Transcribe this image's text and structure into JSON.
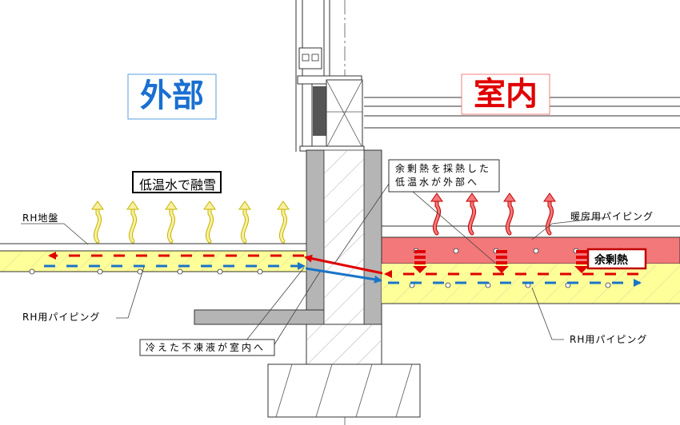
{
  "labels": {
    "outside": "外部",
    "inside": "室内",
    "snowmelt": "低温水で融雪",
    "rh_ground": "RH地盤",
    "rh_piping_left": "RH用パイピング",
    "rh_piping_right": "RH用パイピング",
    "heating_piping": "暖房用パイピング",
    "surplus_heat": "余剰熱",
    "collect_note_line1": "余剰熱を採熱した",
    "collect_note_line2": "低温水が外部へ",
    "cold_note": "冷えた不凍液が室内へ"
  },
  "colors": {
    "outside_text": "#1a6fd1",
    "outside_border": "#5aa0e0",
    "inside_text": "#e00000",
    "inside_border": "#f08080",
    "slab_yellow": "#ffff9a",
    "heating_red": "#f3787a",
    "red_flow": "#e00000",
    "blue_flow": "#1a74c8",
    "wall_gray": "#b5b5b5",
    "heat_arrow": "#f6f0a0"
  },
  "icons": {
    "heat_rise": "wavy-up-arrow-icon",
    "flow": "dashed-arrow-icon"
  }
}
